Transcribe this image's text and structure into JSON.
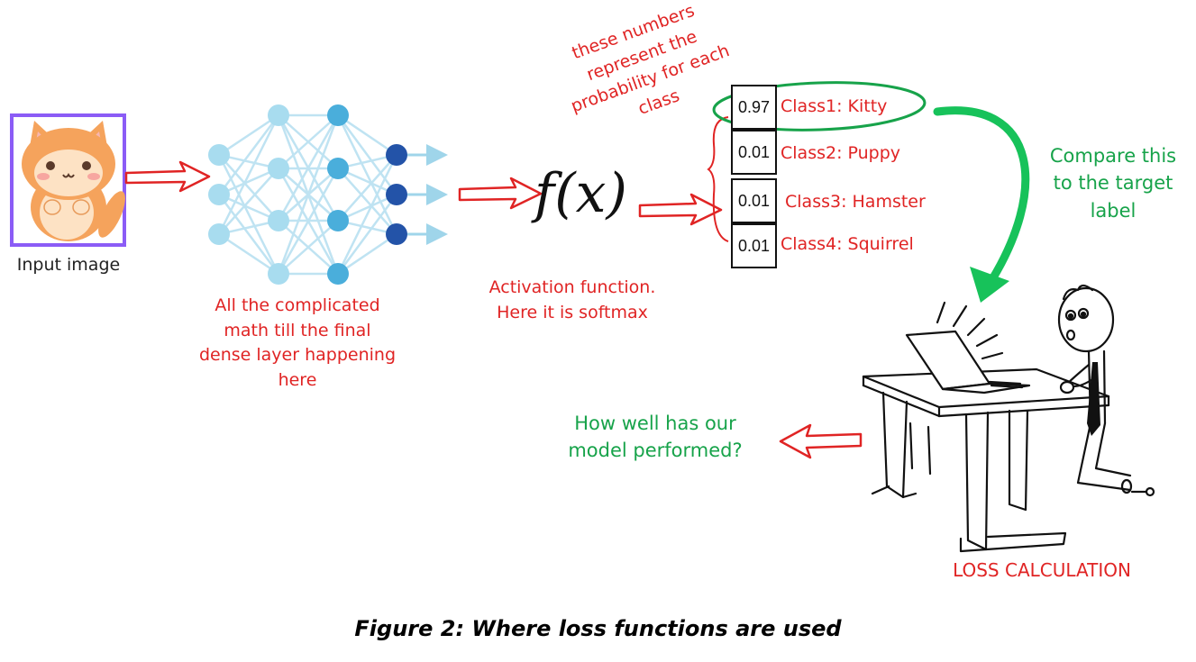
{
  "input_image_label": "Input image",
  "network_caption": [
    "All the complicated",
    "math till the final",
    "dense layer happening",
    "here"
  ],
  "activation": {
    "symbol": "f(x)",
    "caption_line1": "Activation function.",
    "caption_line2": "Here it is softmax"
  },
  "probability_note": [
    "these numbers",
    "represent the",
    "probability for each",
    "class"
  ],
  "outputs": [
    {
      "prob": "0.97",
      "label": "Class1: Kitty",
      "highlighted": true
    },
    {
      "prob": "0.01",
      "label": "Class2: Puppy",
      "highlighted": false
    },
    {
      "prob": "0.01",
      "label": "Class3: Hamster",
      "highlighted": false
    },
    {
      "prob": "0.01",
      "label": "Class4: Squirrel",
      "highlighted": false
    }
  ],
  "compare_note": [
    "Compare this",
    "to the target",
    "label"
  ],
  "performance_question": [
    "How well has our",
    "model performed?"
  ],
  "loss_label": "LOSS CALCULATION",
  "figure_caption": "Figure 2: Where loss functions are used",
  "colors": {
    "annotation_red": "#e02424",
    "annotation_green": "#17a34a",
    "input_frame": "#8b5cf6",
    "neuron_light": "#a8dcef",
    "neuron_mid": "#4aaedb",
    "neuron_dark": "#2353a8",
    "connection": "#bfe3f2"
  }
}
